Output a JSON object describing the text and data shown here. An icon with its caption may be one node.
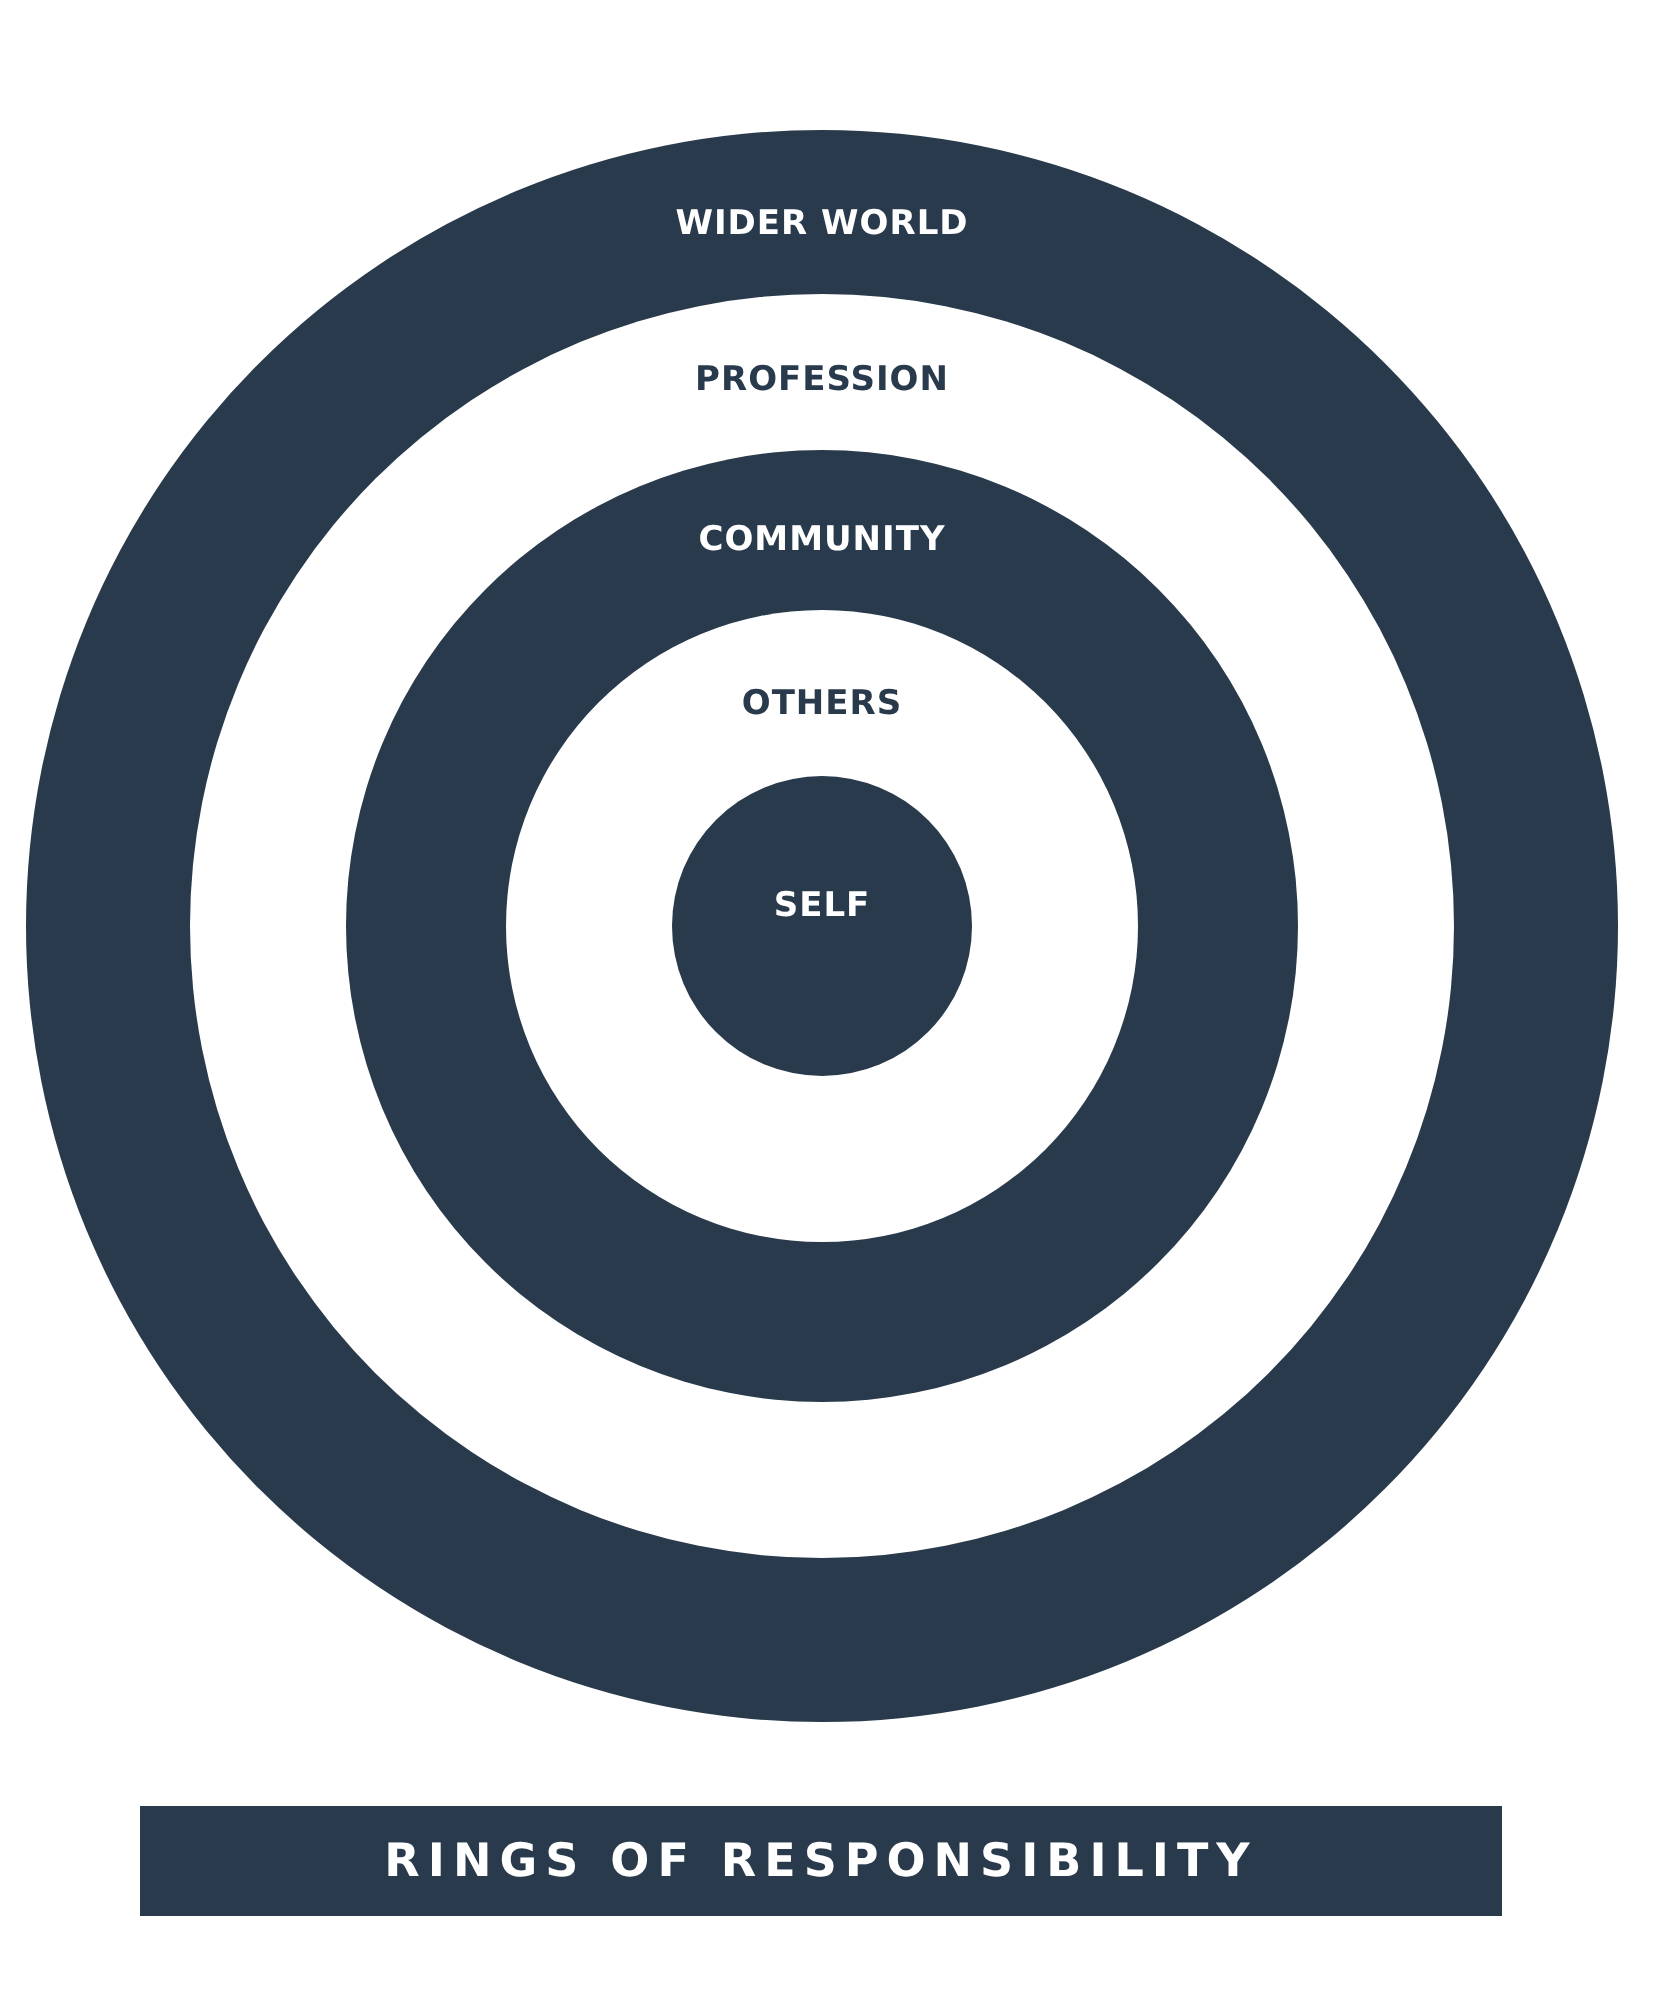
{
  "diagram": {
    "title": "RINGS OF RESPONSIBILITY",
    "nodes": [
      {
        "text": [
          "WIDER WORLD"
        ]
      },
      {
        "text": [
          "PROFESSION"
        ],
        "in": 0
      },
      {
        "text": [
          "COMMUNITY"
        ],
        "in": 1
      },
      {
        "text": [
          "OTHERS"
        ],
        "in": 2
      },
      {
        "text": [
          "SELF"
        ],
        "in": 3
      }
    ],
    "edges": []
  }
}
